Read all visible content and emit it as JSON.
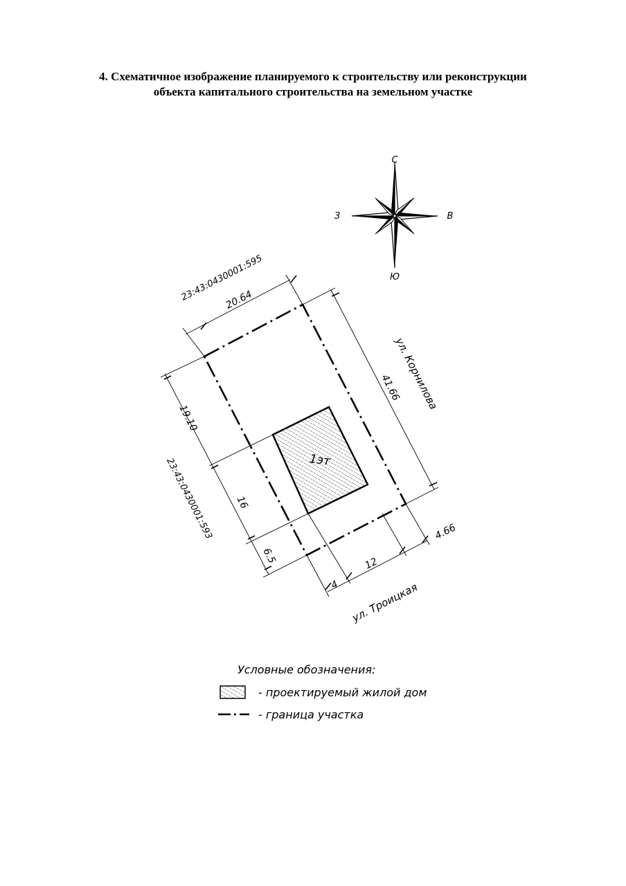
{
  "title": {
    "line1": "4. Схематичное изображение планируемого к строительству или реконструкции",
    "line2": "объекта капитального строительства на земельном участке"
  },
  "compass": {
    "north": "С",
    "south": "Ю",
    "west": "З",
    "east": "В"
  },
  "plot": {
    "cadastral_top": "23:43:0430001:595",
    "cadastral_left": "23:43:0430001:593",
    "street_right": "ул. Корнилова",
    "street_bottom": "ул. Троицкая",
    "building_label": "1эт"
  },
  "dimensions": {
    "top_width": "20.64",
    "right_length": "41.66",
    "left_upper": "19.10",
    "left_middle": "16",
    "left_lower": "6.5",
    "bottom_gap": "4",
    "bottom_house": "12",
    "bottom_right": "4.66"
  },
  "legend": {
    "heading": "Условные обозначения:",
    "house": "- проектируемый жилой дом",
    "boundary": "- граница участка"
  },
  "colors": {
    "ink": "#000000",
    "paper": "#ffffff"
  }
}
